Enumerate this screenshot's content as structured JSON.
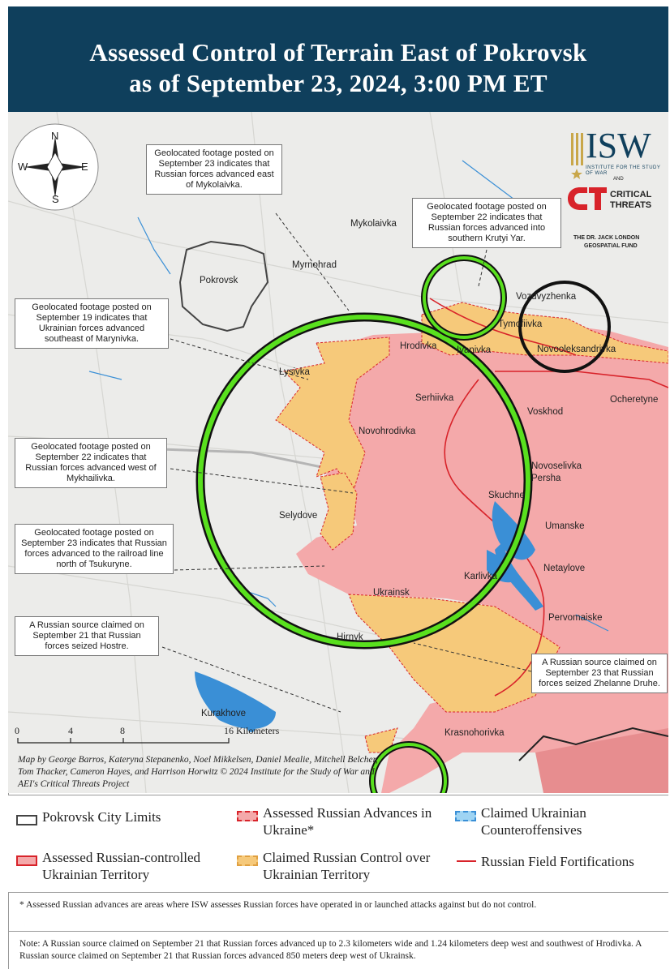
{
  "title": {
    "line1": "Assessed Control of Terrain East of Pokrovsk",
    "line2": "as of September 23, 2024, 3:00 PM ET"
  },
  "compass": {
    "n": "N",
    "s": "S",
    "e": "E",
    "w": "W"
  },
  "callouts": [
    {
      "text": "Geolocated footage posted on September 23 indicates that Russian forces advanced east of Mykolaivka."
    },
    {
      "text": "Geolocated footage posted on September 22 indicates that Russian forces advanced into southern Krutyi Yar."
    },
    {
      "text": "Geolocated footage posted on September 19 indicates that Ukrainian forces advanced southeast of Marynivka."
    },
    {
      "text": "Geolocated footage posted on September 22 indicates that Russian forces advanced west of Mykhailivka."
    },
    {
      "text": "Geolocated footage posted on September 23 indicates that Russian forces advanced to the railroad line north of Tsukuryne."
    },
    {
      "text": "A Russian source claimed on September 21 that Russian forces seized Hostre."
    },
    {
      "text": "A Russian source claimed on September 23 that Russian forces seized Zhelanne Druhe."
    }
  ],
  "places": [
    "Mykolaivka",
    "Myrnohrad",
    "Pokrovsk",
    "Vozdvyzhenka",
    "Tymofiivka",
    "Hrodivka",
    "Ivanivka",
    "Novooleksandrivka",
    "Lysivka",
    "Serhiivka",
    "Voskhod",
    "Ocheretyne",
    "Novohrodivka",
    "Novoselivka Persha",
    "Skuchne",
    "Selydove",
    "Umanske",
    "Karlivka",
    "Netaylove",
    "Ukrainsk",
    "Pervomaiske",
    "Hirnyk",
    "Kurakhove",
    "Krasnohorivka"
  ],
  "scale": {
    "ticks": [
      "0",
      "4",
      "8",
      "16 Kilometers"
    ]
  },
  "credits": "Map by George Barros, Kateryna Stepanenko, Noel Mikkelsen, Daniel Mealie, Mitchell Belcher, Tom Thacker, Cameron Hayes, and Harrison Horwitz © 2024 Institute for the Study of War and AEI's Critical Threats Project",
  "logos": {
    "isw": "ISW",
    "isw_sub": "INSTITUTE FOR THE STUDY OF WAR",
    "and": "AND",
    "ct_mark": "CT",
    "ct_line1": "CRITICAL",
    "ct_line2": "THREATS",
    "london_line1": "THE DR. JACK LONDON",
    "london_line2": "GEOSPATIAL FUND"
  },
  "colors": {
    "header": "#0f3f5c",
    "russian_controlled": "#f4a9aa",
    "claimed_russian": "#f6c97a",
    "highlight_circle": "#59e01e",
    "field_fortifications": "#d8232a",
    "water": "#3a8fd6"
  },
  "legend": [
    {
      "label": "Pokrovsk City Limits"
    },
    {
      "label": "Assessed Russian Advances in Ukraine*"
    },
    {
      "label": "Claimed Ukrainian Counteroffensives"
    },
    {
      "label": "Assessed Russian-controlled Ukrainian Territory"
    },
    {
      "label": "Claimed Russian Control over Ukrainian Territory"
    },
    {
      "label": "Russian Field Fortifications"
    }
  ],
  "footnote": "* Assessed Russian advances are areas where ISW assesses Russian forces have operated in or launched attacks against but do not control.",
  "note": "Note: A Russian source claimed on September 21 that Russian forces advanced up to 2.3 kilometers wide and 1.24 kilometers deep west and southwest of Hrodivka. A Russian source claimed on September 21 that Russian forces advanced 850 meters deep west of Ukrainsk."
}
